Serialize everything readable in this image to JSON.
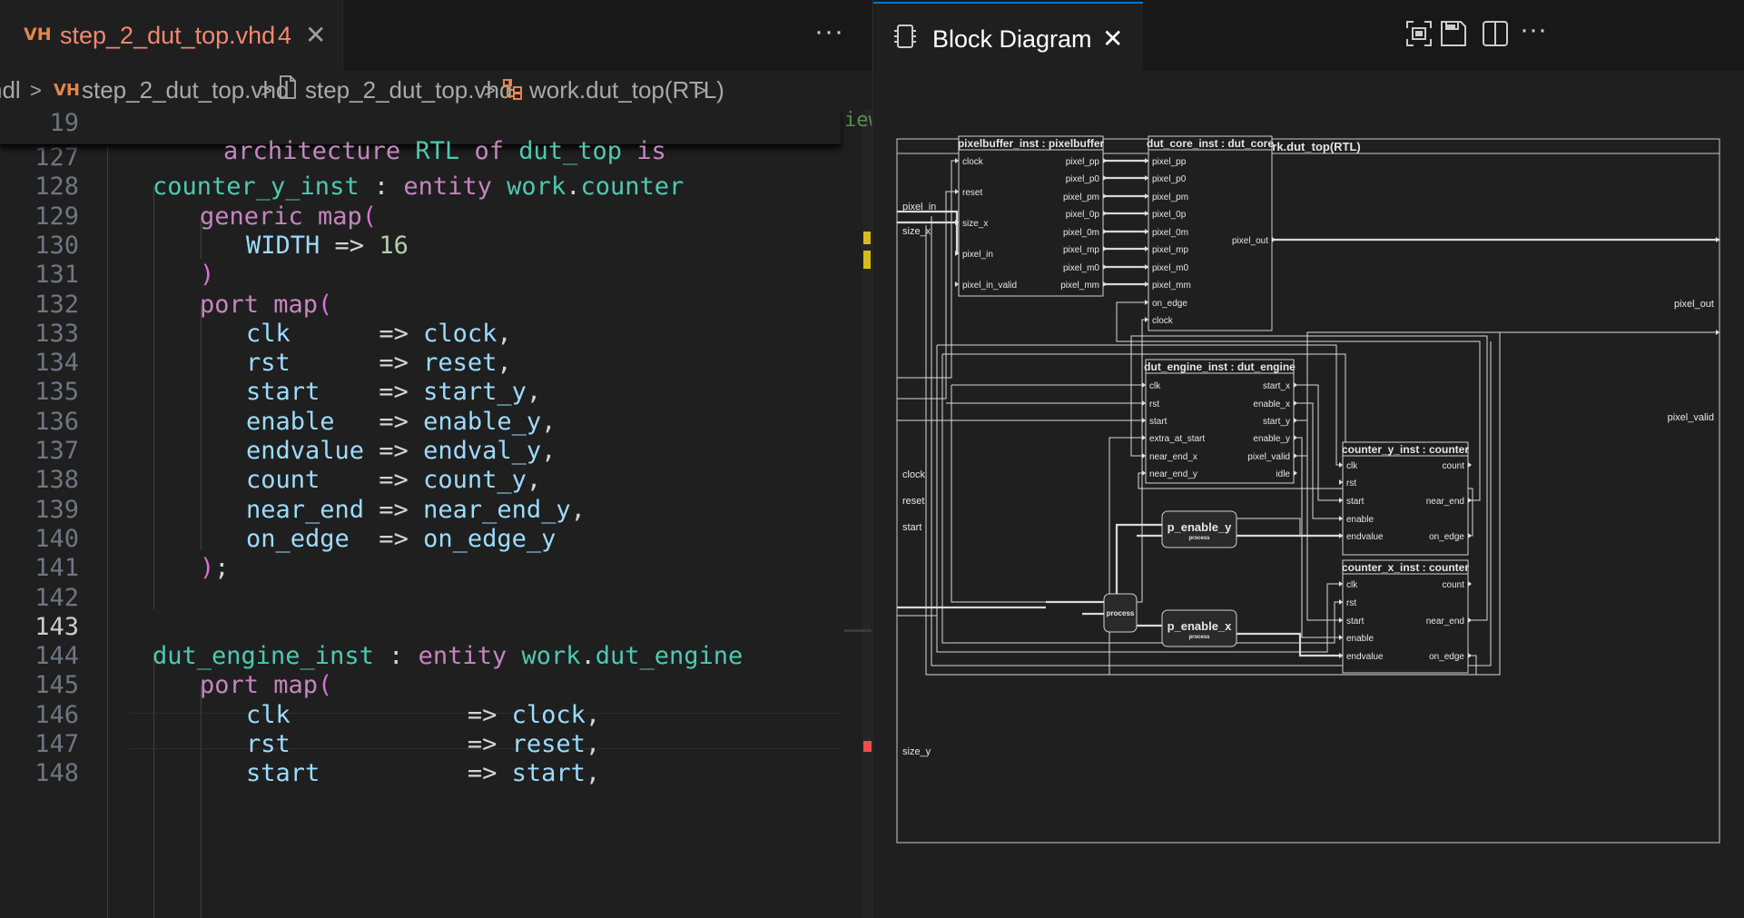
{
  "editor": {
    "tab": {
      "badge": "VH",
      "filename": "step_2_dut_top.vhd",
      "problem_count": "4",
      "close": "✕"
    },
    "more": "···",
    "breadcrumb": {
      "root": "hdl",
      "item1_badge": "VH",
      "item1": "step_2_dut_top.vhd",
      "item2": "step_2_dut_top.vhd",
      "item3": "work.dut_top(RTL)"
    },
    "sticky": {
      "number": "19",
      "kw1": "architecture",
      "name": "RTL",
      "kw2": "of",
      "entity": "dut_top",
      "kw3": "is"
    },
    "minimap_text": "iew",
    "lines": [
      {
        "n": "127",
        "t": []
      },
      {
        "n": "128",
        "t": [
          [
            "pad",
            ""
          ],
          [
            "teal",
            "counter_y_inst"
          ],
          [
            "plain",
            " : "
          ],
          [
            "purple",
            "entity"
          ],
          [
            "plain",
            " "
          ],
          [
            "teal",
            "work"
          ],
          [
            "plain",
            "."
          ],
          [
            "teal",
            "counter"
          ]
        ],
        "indent": 1
      },
      {
        "n": "129",
        "t": [
          [
            "purple",
            "generic map"
          ],
          [
            "orchid",
            "("
          ]
        ],
        "indent": 2
      },
      {
        "n": "130",
        "t": [
          [
            "blue",
            "WIDTH"
          ],
          [
            "plain",
            " => "
          ],
          [
            "green",
            "16"
          ]
        ],
        "indent": 3
      },
      {
        "n": "131",
        "t": [
          [
            "orchid",
            ")"
          ]
        ],
        "indent": 2
      },
      {
        "n": "132",
        "t": [
          [
            "purple",
            "port map"
          ],
          [
            "orchid",
            "("
          ]
        ],
        "indent": 2
      },
      {
        "n": "133",
        "t": [
          [
            "blue",
            "clk"
          ],
          [
            "plain",
            "      => "
          ],
          [
            "blue",
            "clock"
          ],
          [
            "plain",
            ","
          ]
        ],
        "indent": 3
      },
      {
        "n": "134",
        "t": [
          [
            "blue",
            "rst"
          ],
          [
            "plain",
            "      => "
          ],
          [
            "blue",
            "reset"
          ],
          [
            "plain",
            ","
          ]
        ],
        "indent": 3
      },
      {
        "n": "135",
        "t": [
          [
            "blue",
            "start"
          ],
          [
            "plain",
            "    => "
          ],
          [
            "blue",
            "start_y"
          ],
          [
            "plain",
            ","
          ]
        ],
        "indent": 3
      },
      {
        "n": "136",
        "t": [
          [
            "blue",
            "enable"
          ],
          [
            "plain",
            "   => "
          ],
          [
            "blue",
            "enable_y"
          ],
          [
            "plain",
            ","
          ]
        ],
        "indent": 3
      },
      {
        "n": "137",
        "t": [
          [
            "blue",
            "endvalue"
          ],
          [
            "plain",
            " => "
          ],
          [
            "blue",
            "endval_y"
          ],
          [
            "plain",
            ","
          ]
        ],
        "indent": 3
      },
      {
        "n": "138",
        "t": [
          [
            "blue",
            "count"
          ],
          [
            "plain",
            "    => "
          ],
          [
            "blue",
            "count_y"
          ],
          [
            "plain",
            ","
          ]
        ],
        "indent": 3
      },
      {
        "n": "139",
        "t": [
          [
            "blue",
            "near_end"
          ],
          [
            "plain",
            " => "
          ],
          [
            "blue",
            "near_end_y"
          ],
          [
            "plain",
            ","
          ]
        ],
        "indent": 3
      },
      {
        "n": "140",
        "t": [
          [
            "blue",
            "on_edge"
          ],
          [
            "plain",
            "  => "
          ],
          [
            "blue",
            "on_edge_y"
          ]
        ],
        "indent": 3
      },
      {
        "n": "141",
        "t": [
          [
            "orchid",
            ")"
          ],
          [
            "plain",
            ";"
          ]
        ],
        "indent": 2
      },
      {
        "n": "142",
        "t": []
      },
      {
        "n": "143",
        "t": [],
        "current": true
      },
      {
        "n": "144",
        "t": [
          [
            "teal",
            "dut_engine_inst"
          ],
          [
            "plain",
            " : "
          ],
          [
            "purple",
            "entity"
          ],
          [
            "plain",
            " "
          ],
          [
            "teal",
            "work"
          ],
          [
            "plain",
            "."
          ],
          [
            "teal",
            "dut_engine"
          ]
        ],
        "indent": 1
      },
      {
        "n": "145",
        "t": [
          [
            "purple",
            "port map"
          ],
          [
            "orchid",
            "("
          ]
        ],
        "indent": 2
      },
      {
        "n": "146",
        "t": [
          [
            "blue",
            "clk"
          ],
          [
            "plain",
            "            => "
          ],
          [
            "blue",
            "clock"
          ],
          [
            "plain",
            ","
          ]
        ],
        "indent": 3
      },
      {
        "n": "147",
        "t": [
          [
            "blue",
            "rst"
          ],
          [
            "plain",
            "            => "
          ],
          [
            "blue",
            "reset"
          ],
          [
            "plain",
            ","
          ]
        ],
        "indent": 3
      },
      {
        "n": "148",
        "t": [
          [
            "blue",
            "start"
          ],
          [
            "plain",
            "          => "
          ],
          [
            "blue",
            "start"
          ],
          [
            "plain",
            ","
          ]
        ],
        "indent": 3
      }
    ]
  },
  "diagram": {
    "tab": {
      "title": "Block Diagram",
      "close": "✕"
    },
    "toolbar_icons": [
      "fit-view-icon",
      "save-icon",
      "split-editor-icon",
      "more-icon"
    ],
    "top_title": "work.dut_top(RTL)",
    "top_inputs": [
      "pixel_in",
      "size_x",
      "clock",
      "reset",
      "start",
      "size_y"
    ],
    "top_outputs": [
      "pixel_out",
      "pixel_valid"
    ],
    "blocks": {
      "pixelbuffer": {
        "title": "pixelbuffer_inst : pixelbuffer",
        "inputs": [
          "clock",
          "reset",
          "size_x",
          "pixel_in",
          "pixel_in_valid"
        ],
        "outputs": [
          "pixel_pp",
          "pixel_p0",
          "pixel_pm",
          "pixel_0p",
          "pixel_0m",
          "pixel_mp",
          "pixel_m0",
          "pixel_mm"
        ]
      },
      "dut_core": {
        "title": "dut_core_inst : dut_core",
        "inputs": [
          "pixel_pp",
          "pixel_p0",
          "pixel_pm",
          "pixel_0p",
          "pixel_0m",
          "pixel_mp",
          "pixel_m0",
          "pixel_mm",
          "on_edge",
          "clock"
        ],
        "outputs": [
          "pixel_out"
        ]
      },
      "dut_engine": {
        "title": "dut_engine_inst : dut_engine",
        "inputs": [
          "clk",
          "rst",
          "start",
          "extra_at_start",
          "near_end_x",
          "near_end_y"
        ],
        "outputs": [
          "start_x",
          "enable_x",
          "start_y",
          "enable_y",
          "pixel_valid",
          "idle"
        ]
      },
      "counter_y": {
        "title": "counter_y_inst : counter",
        "inputs": [
          "clk",
          "rst",
          "start",
          "enable",
          "endvalue"
        ],
        "outputs": [
          "count",
          "near_end",
          "on_edge"
        ]
      },
      "counter_x": {
        "title": "counter_x_inst : counter",
        "inputs": [
          "clk",
          "rst",
          "start",
          "enable",
          "endvalue"
        ],
        "outputs": [
          "count",
          "near_end",
          "on_edge"
        ]
      },
      "p_enable_y": {
        "title": "p_enable_y",
        "sub": "process"
      },
      "p_enable_x": {
        "title": "p_enable_x",
        "sub": "process"
      },
      "process": {
        "title": "process"
      }
    }
  }
}
